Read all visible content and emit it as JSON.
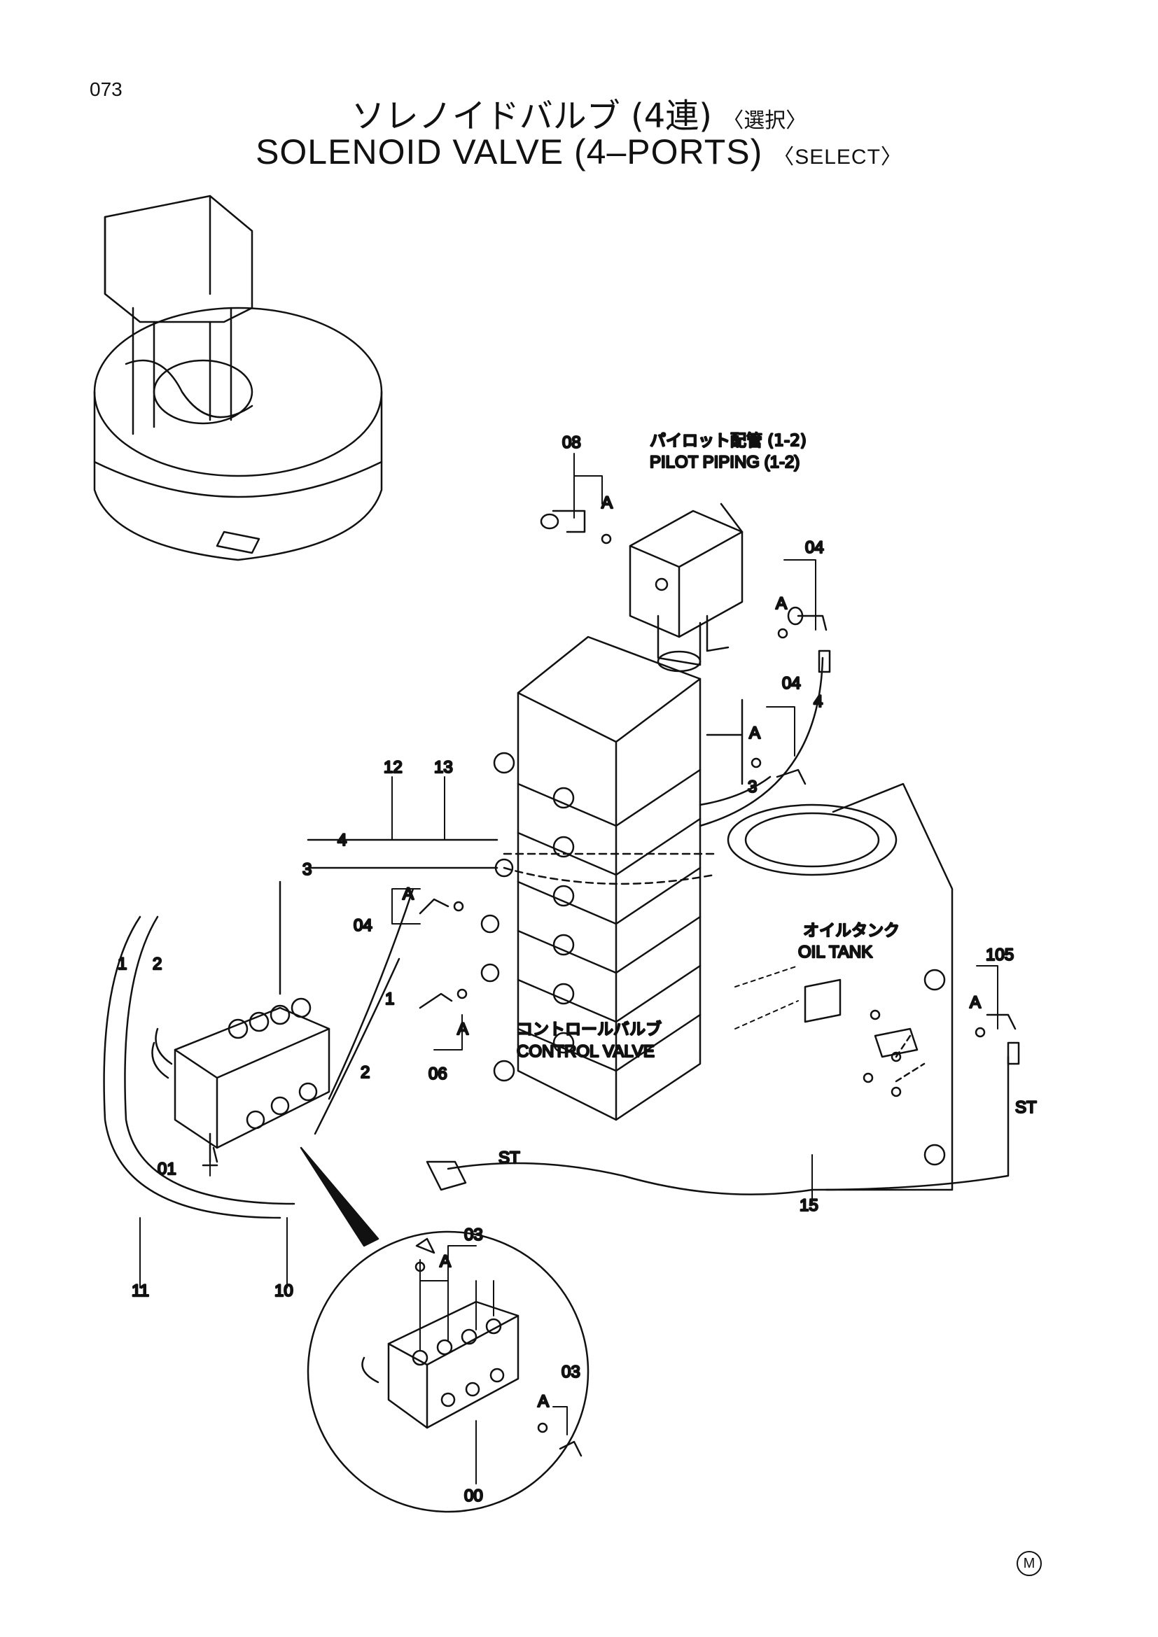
{
  "page": {
    "number": "073",
    "title_jp": "ソレノイドバルブ (4連)",
    "title_jp_sub": "〈選択〉",
    "title_en": "SOLENOID VALVE (4–PORTS)",
    "title_en_sub": "〈SELECT〉",
    "corner_mark": "M"
  },
  "labels": {
    "p08": "08",
    "pilot_jp": "パイロット配管 (1-2)",
    "pilot_en": "PILOT PIPING (1-2)",
    "a_08": "A",
    "p04_top": "04",
    "a_04_top": "A",
    "p04_mid": "04",
    "a_04_mid": "A",
    "hose4_top": "4",
    "hose3_mid": "3",
    "p12": "12",
    "p13": "13",
    "pipe4": "4",
    "pipe3": "3",
    "a_04_left": "A",
    "p04_left": "04",
    "oil_jp": "オイルタンク",
    "oil_en": "OIL TANK",
    "p105": "105",
    "a_105": "A",
    "hose1": "1",
    "hose2": "2",
    "hose1b": "1",
    "hose2b": "2",
    "a_06": "A",
    "control_jp": "コントロールバルブ",
    "control_en": "CONTROL VALVE",
    "p06": "06",
    "p01": "01",
    "st_left": "ST",
    "st_right": "ST",
    "p15": "15",
    "p11": "11",
    "p10": "10",
    "p03_top": "03",
    "a_03_top": "A",
    "p03_right": "03",
    "a_03_right": "A",
    "p00": "00"
  }
}
